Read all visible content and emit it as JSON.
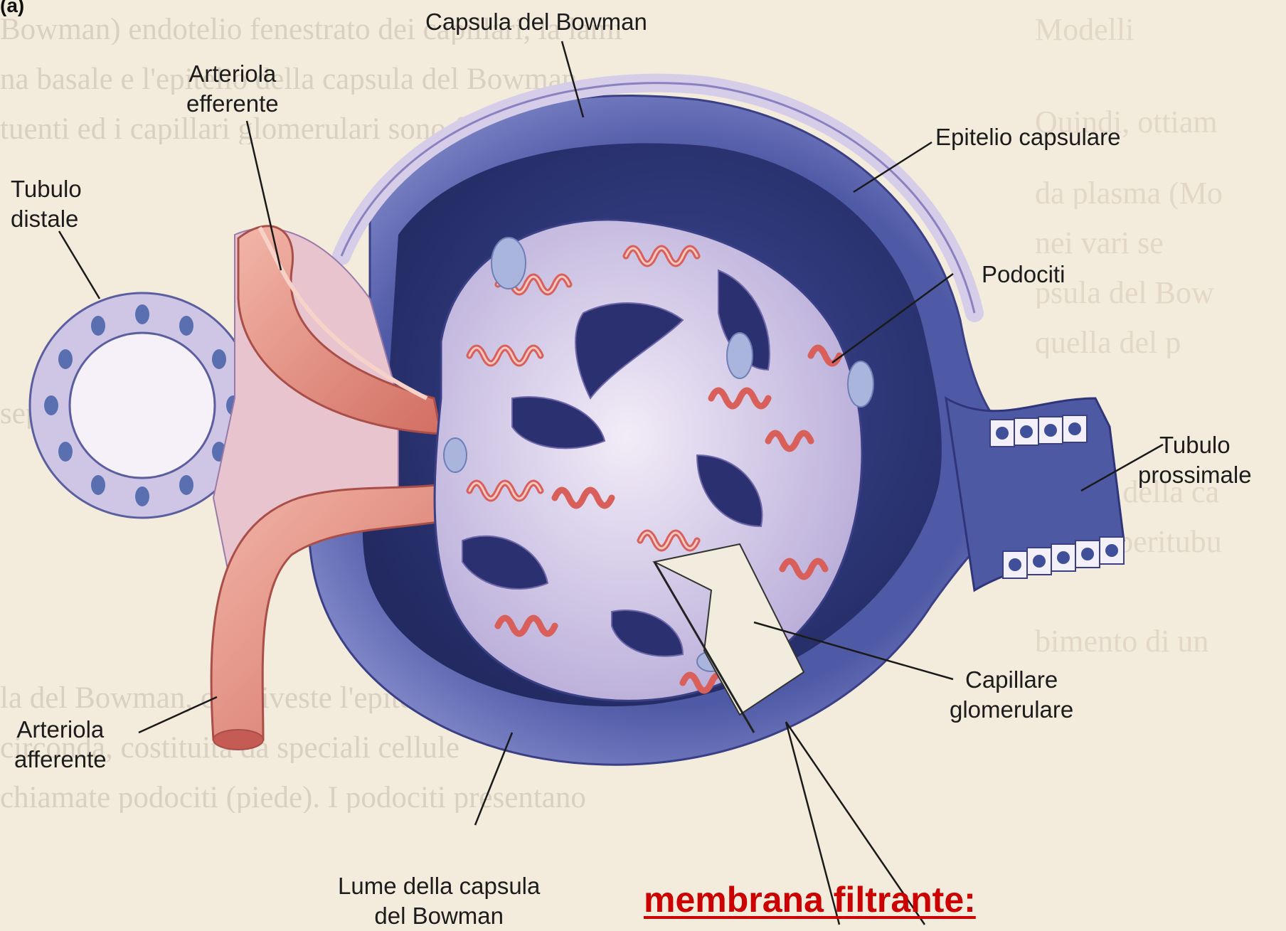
{
  "panel_tag": "(a)",
  "labels": {
    "capsula_bowman": "Capsula del Bowman",
    "arteriola_efferente": "Arteriola\nefferente",
    "tubulo_distale": "Tubulo\ndistale",
    "epitelio_capsulare": "Epitelio capsulare",
    "podociti": "Podociti",
    "tubulo_prossimale": "Tubulo\nprossimale",
    "capillare_glomerulare": "Capillare\nglomerulare",
    "arteriola_afferente": "Arteriola\nafferente",
    "lume_capsula": "Lume della capsula\ndel Bowman",
    "membrana_filtrante": "membrana filtrante:"
  },
  "colors": {
    "background": "#f3ebdc",
    "capsule_lavender": "#cfc4e4",
    "lumen_dark_blue": "#2e3470",
    "tissue_light": "#e9e2f2",
    "capillary_pink": "#e8847e",
    "arteriole_pink": "#e49a8e",
    "nucleus_blue": "#5a6fb0",
    "title_red": "#cc0000"
  }
}
